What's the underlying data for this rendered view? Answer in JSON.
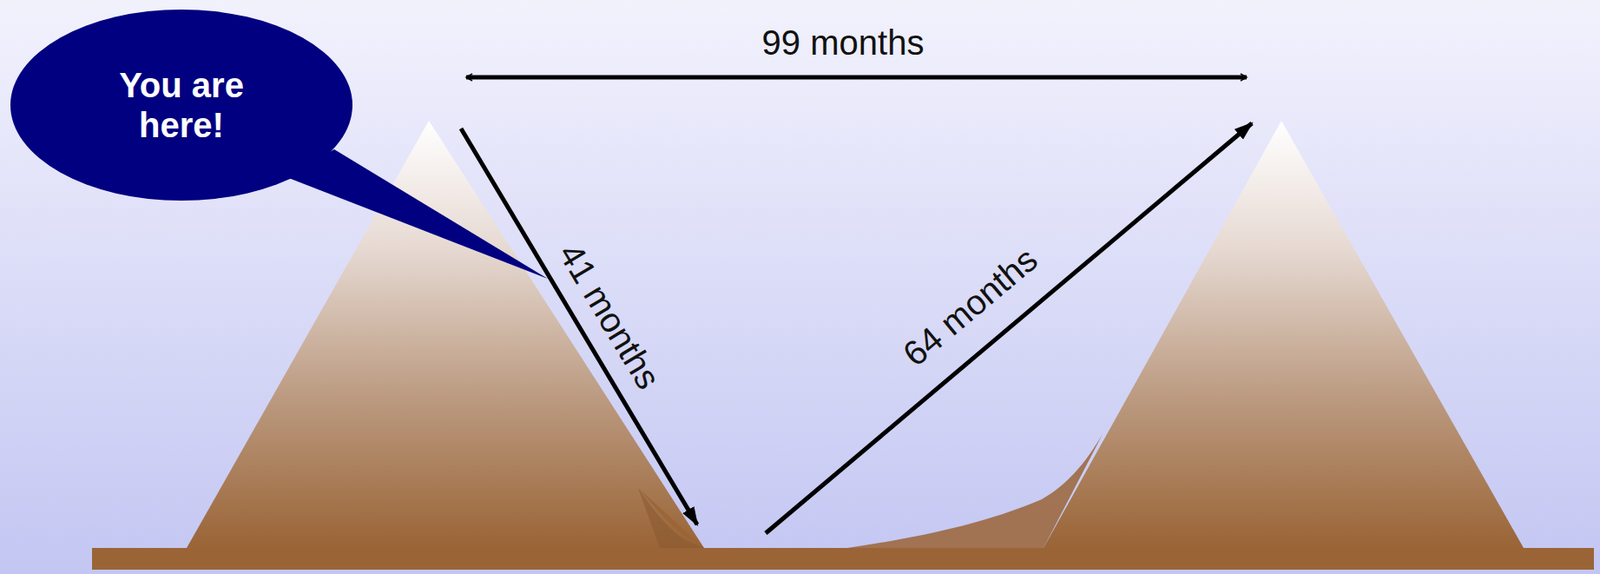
{
  "diagram": {
    "nodes": [
      {
        "text": [
          "You are here!"
        ]
      }
    ],
    "labels": [
      "99 months",
      "41 months",
      "64 months"
    ]
  }
}
